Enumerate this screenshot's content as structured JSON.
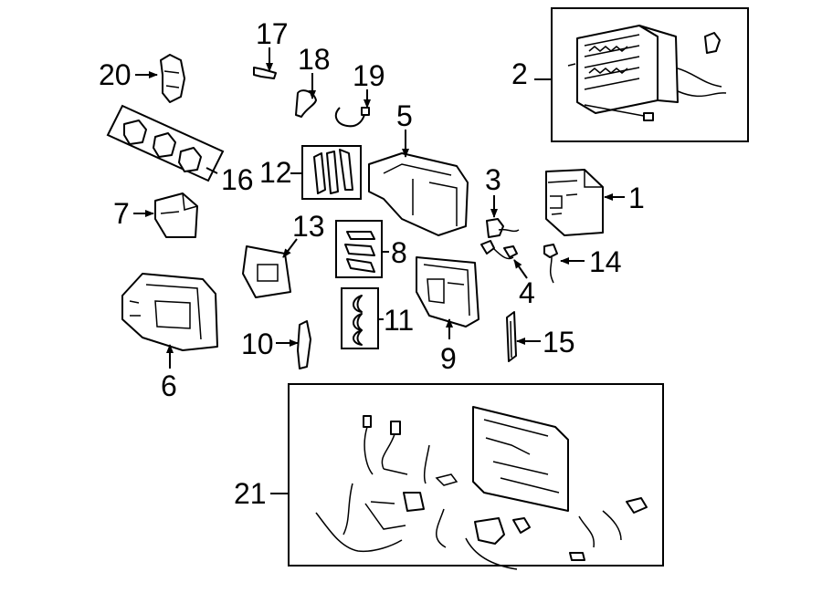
{
  "diagram": {
    "callouts": [
      {
        "id": "1",
        "text": "1"
      },
      {
        "id": "2",
        "text": "2"
      },
      {
        "id": "3",
        "text": "3"
      },
      {
        "id": "4",
        "text": "4"
      },
      {
        "id": "5",
        "text": "5"
      },
      {
        "id": "6",
        "text": "6"
      },
      {
        "id": "7",
        "text": "7"
      },
      {
        "id": "8",
        "text": "8"
      },
      {
        "id": "9",
        "text": "9"
      },
      {
        "id": "10",
        "text": "10"
      },
      {
        "id": "11",
        "text": "11"
      },
      {
        "id": "12",
        "text": "12"
      },
      {
        "id": "13",
        "text": "13"
      },
      {
        "id": "14",
        "text": "14"
      },
      {
        "id": "15",
        "text": "15"
      },
      {
        "id": "16",
        "text": "16"
      },
      {
        "id": "17",
        "text": "17"
      },
      {
        "id": "18",
        "text": "18"
      },
      {
        "id": "19",
        "text": "19"
      },
      {
        "id": "20",
        "text": "20"
      },
      {
        "id": "21",
        "text": "21"
      }
    ]
  }
}
